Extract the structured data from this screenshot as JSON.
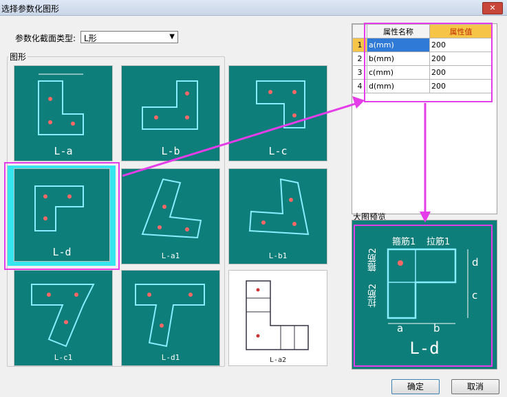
{
  "window": {
    "title": "选择参数化图形",
    "close_glyph": "✕"
  },
  "section_type": {
    "label": "参数化截面类型:",
    "selected": "L形"
  },
  "figures": {
    "group_label": "图形",
    "items": [
      {
        "name": "L-a"
      },
      {
        "name": "L-b"
      },
      {
        "name": "L-c"
      },
      {
        "name": "L-d",
        "selected": true
      },
      {
        "name": "L-a1"
      },
      {
        "name": "L-b1"
      },
      {
        "name": "L-c1"
      },
      {
        "name": "L-d1"
      },
      {
        "name": "L-a2"
      }
    ]
  },
  "attributes": {
    "headers": {
      "name": "属性名称",
      "value": "属性值"
    },
    "rows": [
      {
        "index": "1",
        "name": "a(mm)",
        "value": "200"
      },
      {
        "index": "2",
        "name": "b(mm)",
        "value": "200"
      },
      {
        "index": "3",
        "name": "c(mm)",
        "value": "200"
      },
      {
        "index": "4",
        "name": "d(mm)",
        "value": "200"
      }
    ]
  },
  "preview": {
    "label": "大图预览",
    "name": "L-d",
    "annotations": {
      "stirrup": "箍筋1",
      "tie": "拉筋1",
      "stirrup2": "箍筋2",
      "tie2": "拉筋2",
      "a": "a",
      "b": "b",
      "c": "c",
      "d": "d"
    }
  },
  "buttons": {
    "ok": "确定",
    "cancel": "取消"
  },
  "colors": {
    "thumb_bg": "#0e7e7a",
    "highlight": "#e43ce8",
    "selected_bg": "#36e6ef",
    "header_value_bg": "#f6c447"
  }
}
